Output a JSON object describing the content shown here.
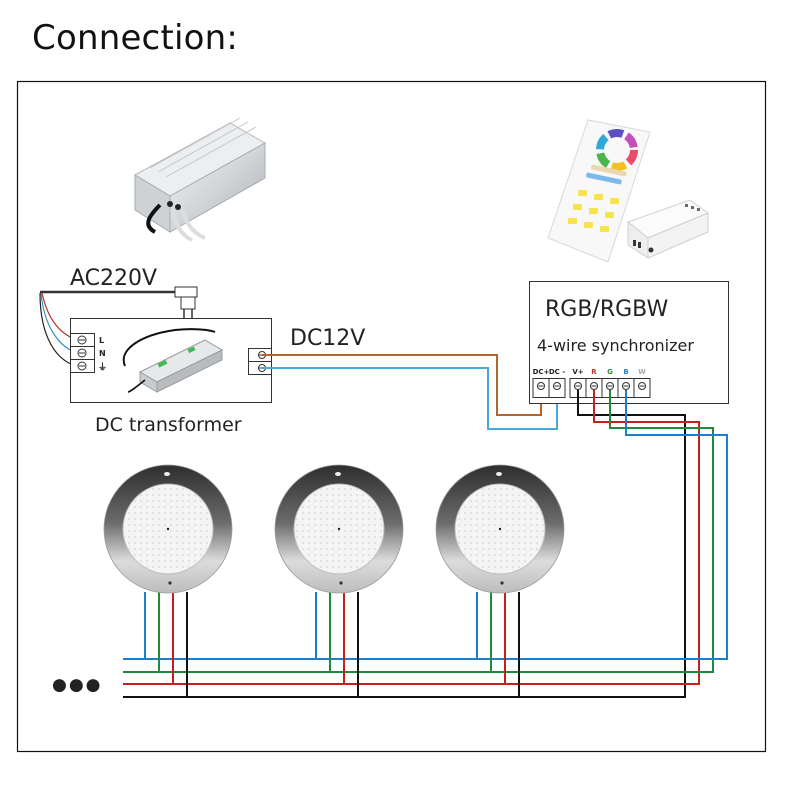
{
  "title": "Connection:",
  "labels": {
    "ac": "AC220V",
    "dc": "DC12V",
    "transformer": "DC transformer",
    "sync_title": "RGB/RGBW",
    "sync_subtitle": "4-wire synchronizer",
    "ellipsis": "●●●"
  },
  "transformer_terminals": [
    "L",
    "N",
    "⏚"
  ],
  "sync_terminals": [
    {
      "label": "DC+",
      "color": "#222222"
    },
    {
      "label": "DC -",
      "color": "#222222"
    },
    {
      "label": "V+",
      "color": "#222222"
    },
    {
      "label": "R",
      "color": "#c0392b"
    },
    {
      "label": "G",
      "color": "#2e8b3a"
    },
    {
      "label": "B",
      "color": "#2b7fc0"
    },
    {
      "label": "W",
      "color": "#aaaaaa"
    }
  ],
  "wire_colors": {
    "brown": "#b5652a",
    "light_blue": "#4aa8d8",
    "black": "#111111",
    "red": "#c81e1e",
    "green": "#1f8a3a",
    "blue": "#1f7ec8",
    "ac_red": "#b03030",
    "ac_blue": "#3a90c0",
    "ac_black": "#222222"
  },
  "devices": {
    "power_supply_image": "power-supply-photo",
    "remote_image": "rgb-remote-and-controller-photo",
    "light_count": 3
  }
}
